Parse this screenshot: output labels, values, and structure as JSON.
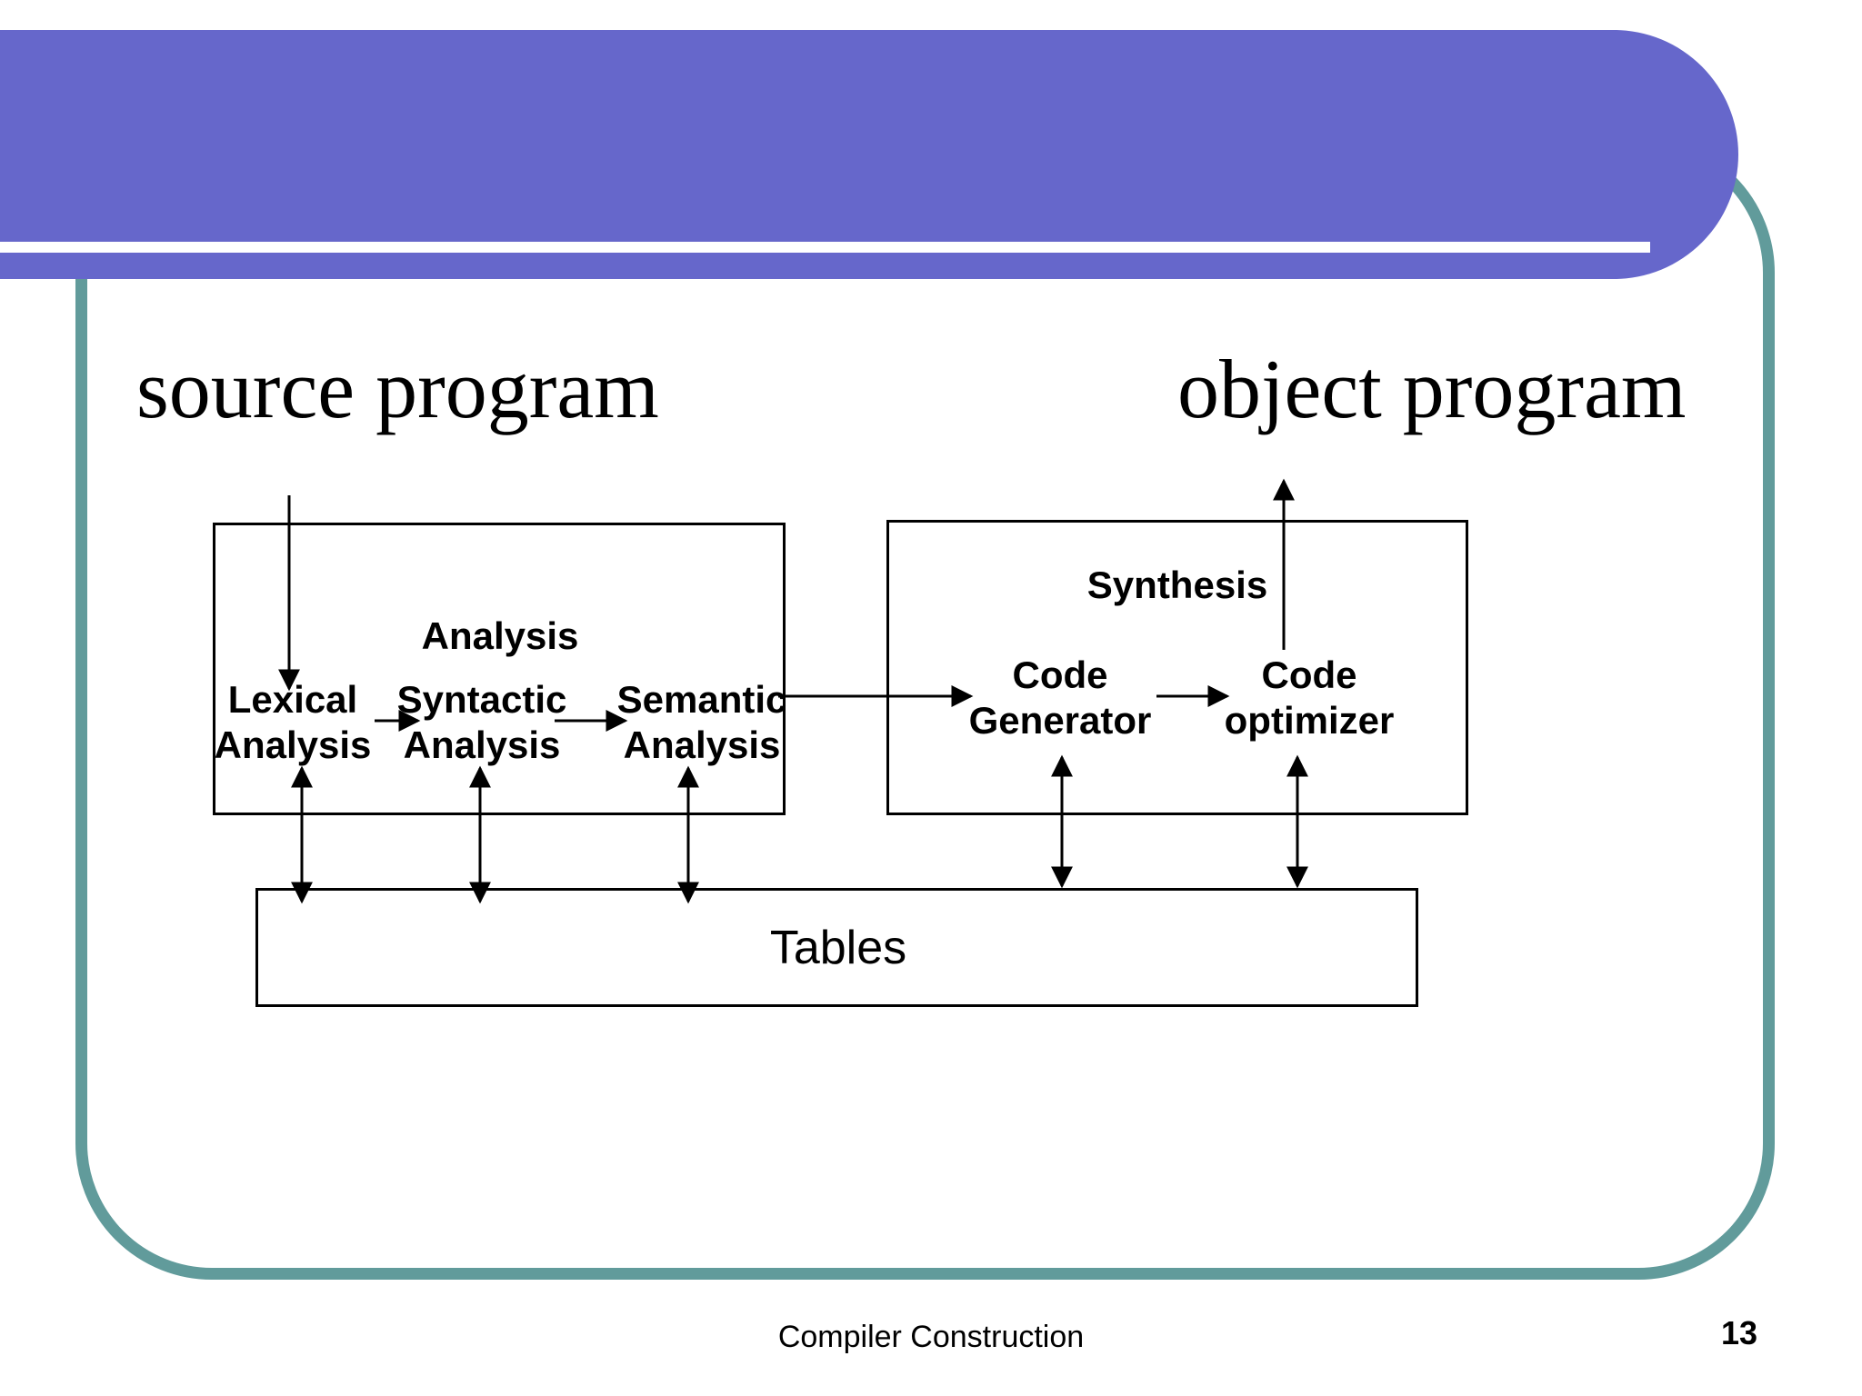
{
  "slide": {
    "header": {
      "source_label": "source program",
      "object_label": "object program"
    },
    "diagram": {
      "analysis": {
        "title": "Analysis",
        "stages": [
          "Lexical\nAnalysis",
          "Syntactic\nAnalysis",
          "Semantic\nAnalysis"
        ]
      },
      "synthesis": {
        "title": "Synthesis",
        "stages": [
          "Code\nGenerator",
          "Code\noptimizer"
        ]
      },
      "tables": {
        "label": "Tables"
      }
    },
    "footer": {
      "title": "Compiler Construction",
      "page_number": "13"
    },
    "colors": {
      "banner_purple": "#6667cb",
      "frame_teal": "#619b9b",
      "diagram_line": "#000000",
      "background": "#ffffff"
    }
  }
}
